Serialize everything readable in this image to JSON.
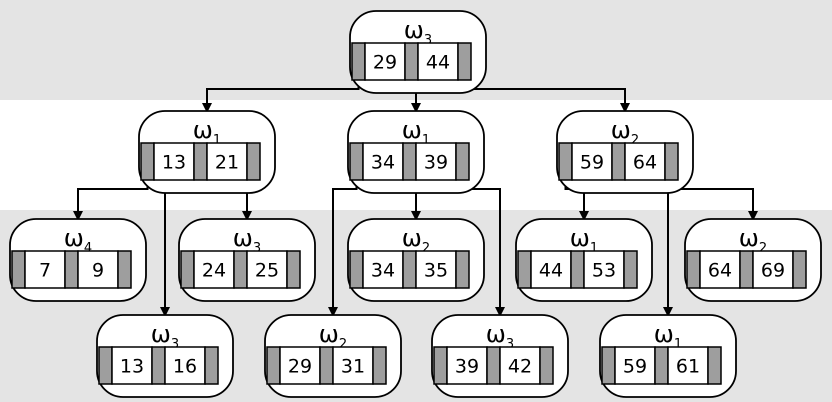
{
  "colors": {
    "band_gray": "#e4e4e4",
    "band_white": "#ffffff",
    "pointer_cell": "#9e9e9e",
    "stroke": "#000000"
  },
  "nodes": [
    {
      "id": "root",
      "symbol": "ω",
      "subscript": "3",
      "keys": [
        "29",
        "44"
      ]
    },
    {
      "id": "n-13-21",
      "symbol": "ω",
      "subscript": "1",
      "keys": [
        "13",
        "21"
      ]
    },
    {
      "id": "n-34-39",
      "symbol": "ω",
      "subscript": "1",
      "keys": [
        "34",
        "39"
      ]
    },
    {
      "id": "n-59-64",
      "symbol": "ω",
      "subscript": "2",
      "keys": [
        "59",
        "64"
      ]
    },
    {
      "id": "l-7-9",
      "symbol": "ω",
      "subscript": "4",
      "keys": [
        "7",
        "9"
      ]
    },
    {
      "id": "l-24-25",
      "symbol": "ω",
      "subscript": "3",
      "keys": [
        "24",
        "25"
      ]
    },
    {
      "id": "l-34-35",
      "symbol": "ω",
      "subscript": "2",
      "keys": [
        "34",
        "35"
      ]
    },
    {
      "id": "l-44-53",
      "symbol": "ω",
      "subscript": "1",
      "keys": [
        "44",
        "53"
      ]
    },
    {
      "id": "l-64-69",
      "symbol": "ω",
      "subscript": "2",
      "keys": [
        "64",
        "69"
      ]
    },
    {
      "id": "l-13-16",
      "symbol": "ω",
      "subscript": "3",
      "keys": [
        "13",
        "16"
      ]
    },
    {
      "id": "l-29-31",
      "symbol": "ω",
      "subscript": "2",
      "keys": [
        "29",
        "31"
      ]
    },
    {
      "id": "l-39-42",
      "symbol": "ω",
      "subscript": "3",
      "keys": [
        "39",
        "42"
      ]
    },
    {
      "id": "l-59-61",
      "symbol": "ω",
      "subscript": "1",
      "keys": [
        "59",
        "61"
      ]
    }
  ],
  "edges": [
    {
      "from": "root",
      "pointer": 0,
      "to": "n-13-21"
    },
    {
      "from": "root",
      "pointer": 1,
      "to": "n-34-39"
    },
    {
      "from": "root",
      "pointer": 2,
      "to": "n-59-64"
    },
    {
      "from": "n-13-21",
      "pointer": 0,
      "to": "l-7-9"
    },
    {
      "from": "n-13-21",
      "pointer": 1,
      "to": "l-13-16"
    },
    {
      "from": "n-13-21",
      "pointer": 2,
      "to": "l-24-25"
    },
    {
      "from": "n-34-39",
      "pointer": 0,
      "to": "l-29-31"
    },
    {
      "from": "n-34-39",
      "pointer": 1,
      "to": "l-34-35"
    },
    {
      "from": "n-34-39",
      "pointer": 2,
      "to": "l-39-42"
    },
    {
      "from": "n-59-64",
      "pointer": 0,
      "to": "l-44-53"
    },
    {
      "from": "n-59-64",
      "pointer": 1,
      "to": "l-59-61"
    },
    {
      "from": "n-59-64",
      "pointer": 2,
      "to": "l-64-69"
    }
  ]
}
